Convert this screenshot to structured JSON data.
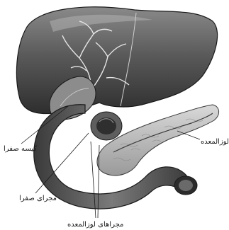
{
  "labels": {
    "gallbladder": "کیسه صفرا",
    "common_bile_duct": "مجرای صفرا",
    "pancreatic_ducts": "مجراهای لوزالمعده",
    "pancreas": "لوزالمعده"
  }
}
